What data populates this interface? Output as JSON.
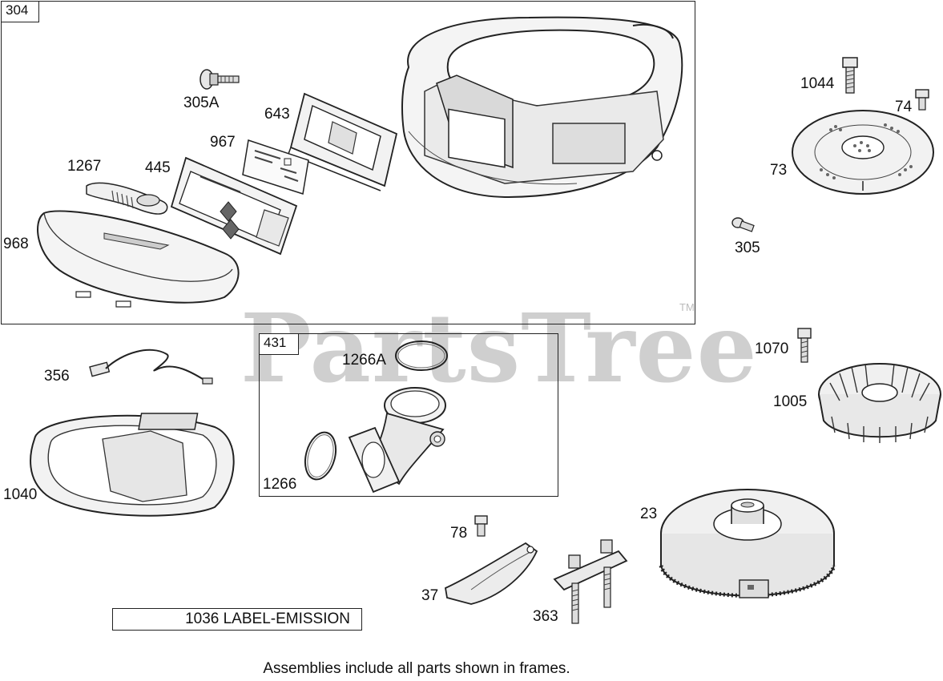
{
  "watermark": {
    "text": "PartsTree",
    "tm": "TM"
  },
  "frames": {
    "main_tag": "304",
    "sub_tag": "431"
  },
  "callouts": {
    "c305A": "305A",
    "c643": "643",
    "c967": "967",
    "c1267": "1267",
    "c445": "445",
    "c968": "968",
    "c1044": "1044",
    "c74": "74",
    "c73": "73",
    "c305": "305",
    "c356": "356",
    "c1266A": "1266A",
    "c1266": "1266",
    "c1040": "1040",
    "c1070": "1070",
    "c1005": "1005",
    "c23": "23",
    "c78": "78",
    "c37": "37",
    "c363": "363"
  },
  "label_box": "1036 LABEL-EMISSION",
  "footnote": "Assemblies include all parts shown in frames."
}
